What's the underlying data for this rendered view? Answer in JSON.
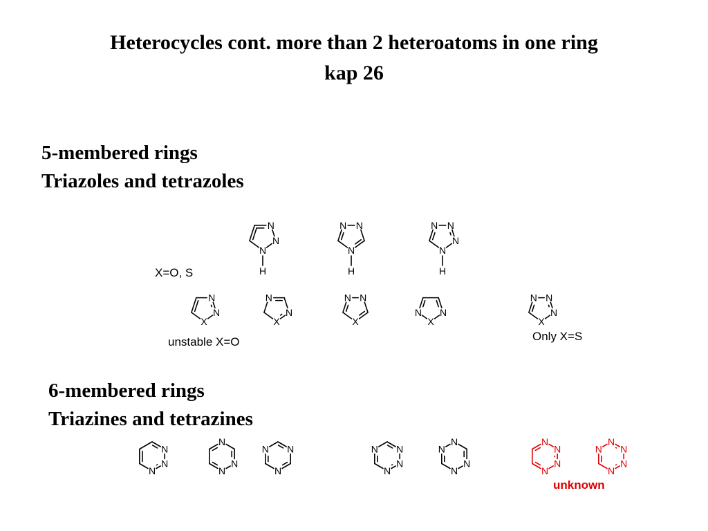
{
  "slide": {
    "title_line1": "Heterocycles cont. more than 2 heteroatoms in one ring",
    "title_line2": "kap 26",
    "five_ring_heading_line1": "5-membered rings",
    "five_ring_heading_line2": "Triazoles and tetrazoles",
    "x_note": "X=O, S",
    "unstable_note": "unstable X=O",
    "only_s_note": "Only X=S",
    "six_ring_heading_line1": "6-membered rings",
    "six_ring_heading_line2": "Triazines and tetrazines",
    "unknown_note": "unknown"
  },
  "atom_labels": {
    "N": "N",
    "H": "H",
    "X": "X"
  },
  "colors": {
    "text": "#000000",
    "unknown": "#e00000"
  }
}
